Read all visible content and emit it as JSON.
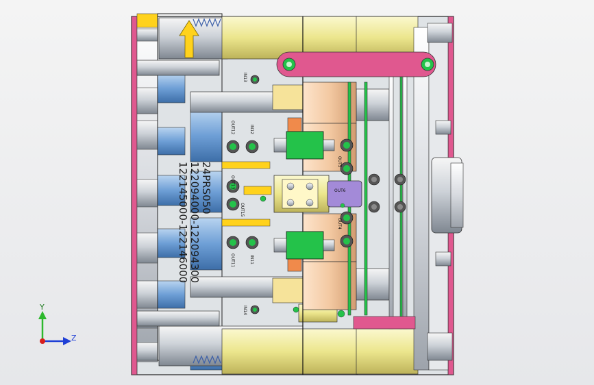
{
  "drawing": {
    "part_number": "24PRS050",
    "code_line_1": "122094000-122094300",
    "code_line_2": "122145000-122146000",
    "pin_labels": {
      "left_upper": "OUT12",
      "left_mid_upper": "OUT13",
      "left_mid_lower": "OUT15",
      "left_lower": "OUT11",
      "right_upper": "OUT5",
      "right_lower": "OUT4",
      "center_upper": "IN12",
      "center_lower": "IN11",
      "top_marker": "IN13",
      "bottom_marker": "IN14",
      "center_block": "OUT6"
    }
  },
  "triad": {
    "y_label": "Y",
    "z_label": "Z",
    "colors": {
      "y": "#2db82d",
      "z": "#1f3fd6",
      "origin": "#d81e1e"
    }
  },
  "colors": {
    "pink": "#e0588f",
    "yellow": "#ffd21c",
    "green": "#24c24a",
    "blue": "#6e9fd6",
    "cream": "#f1eea6",
    "peach": "#f3c9a2",
    "purple": "#a38ad8",
    "orange": "#f08a4b"
  }
}
